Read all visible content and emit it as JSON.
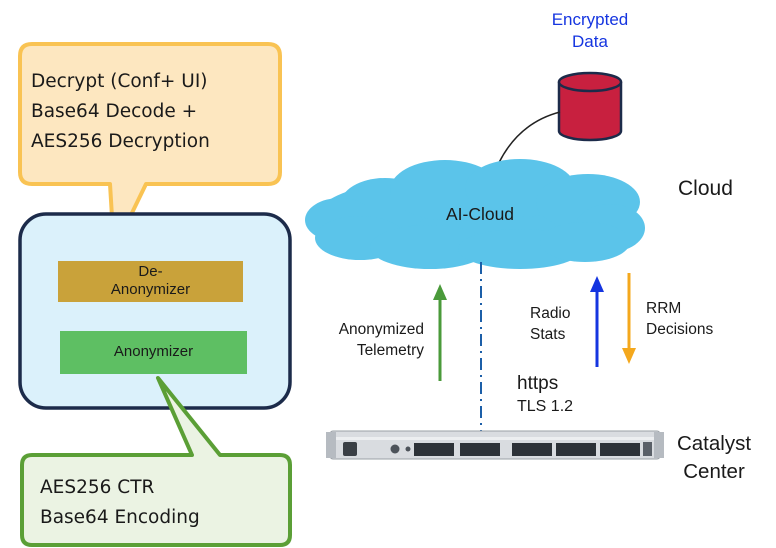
{
  "colors": {
    "decrypt_callout_fill": "#fde7c0",
    "decrypt_callout_border": "#f9c353",
    "encode_callout_fill": "#ebf3e3",
    "encode_callout_border": "#5b9f36",
    "client_fill": "#dbf1fb",
    "client_border": "#1c2b4a",
    "deanonymizer_fill": "#c9a23a",
    "anonymizer_fill": "#5ebf63",
    "cloud_fill": "#5bc4ea",
    "database_fill": "#c8203f",
    "telemetry_arrow": "#4a9a3a",
    "radio_stats_arrow": "#1535e0",
    "rrm_arrow": "#f4a81d",
    "dashed_link": "#1c5fa8",
    "encrypted_data_text": "#1535e0"
  },
  "decrypt_callout": {
    "line1": "Decrypt (Conf+ UI)",
    "line2": "Base64 Decode +",
    "line3": "AES256 Decryption"
  },
  "encode_callout": {
    "line1": "AES256 CTR",
    "line2": "Base64 Encoding"
  },
  "client_box": {
    "deanonymizer_line1": "De-",
    "deanonymizer_line2": "Anonymizer",
    "anonymizer": "Anonymizer"
  },
  "cloud": {
    "title": "Cloud",
    "node_label": "AI-Cloud"
  },
  "database": {
    "line1": "Encrypted",
    "line2": "Data",
    "icon": "database-cylinder-icon"
  },
  "links": {
    "telemetry_line1": "Anonymized",
    "telemetry_line2": "Telemetry",
    "radio_line1": "Radio",
    "radio_line2": "Stats",
    "rrm_line1": "RRM",
    "rrm_line2": "Decisions",
    "protocol": "https",
    "tls": "TLS 1.2"
  },
  "appliance": {
    "label_line1": "Catalyst",
    "label_line2": "Center",
    "icon": "rack-server-icon"
  }
}
